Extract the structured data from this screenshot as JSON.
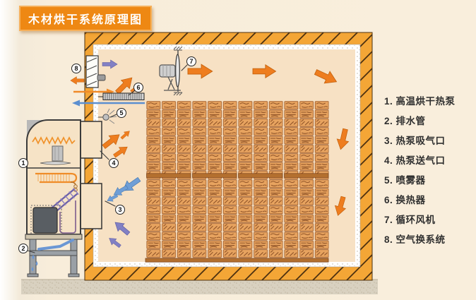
{
  "title": "木材烘干系统原理图",
  "legend": {
    "items": [
      "1. 高温烘干热泵",
      "2. 排水管",
      "3. 热泵吸气口",
      "4. 热泵送气口",
      "5. 喷雾器",
      "6. 换热器",
      "7. 循环风机",
      "8. 空气换系统"
    ]
  },
  "markers": [
    {
      "num": "1"
    },
    {
      "num": "2"
    },
    {
      "num": "3"
    },
    {
      "num": "4"
    },
    {
      "num": "5"
    },
    {
      "num": "6"
    },
    {
      "num": "7"
    },
    {
      "num": "8"
    }
  ],
  "colors": {
    "banner_orange": "#ee8813",
    "wall_orange": "#f4a636",
    "interior_cream": "#f7e1c4",
    "wood_block": "#e7a35f",
    "hot_air_arrow": "#ee7d1f",
    "cold_air_arrow": "#6f9ed6",
    "return_air_arrow": "#8280c4",
    "ground_gray": "#d9d1c0",
    "legend_text": "#303030"
  }
}
